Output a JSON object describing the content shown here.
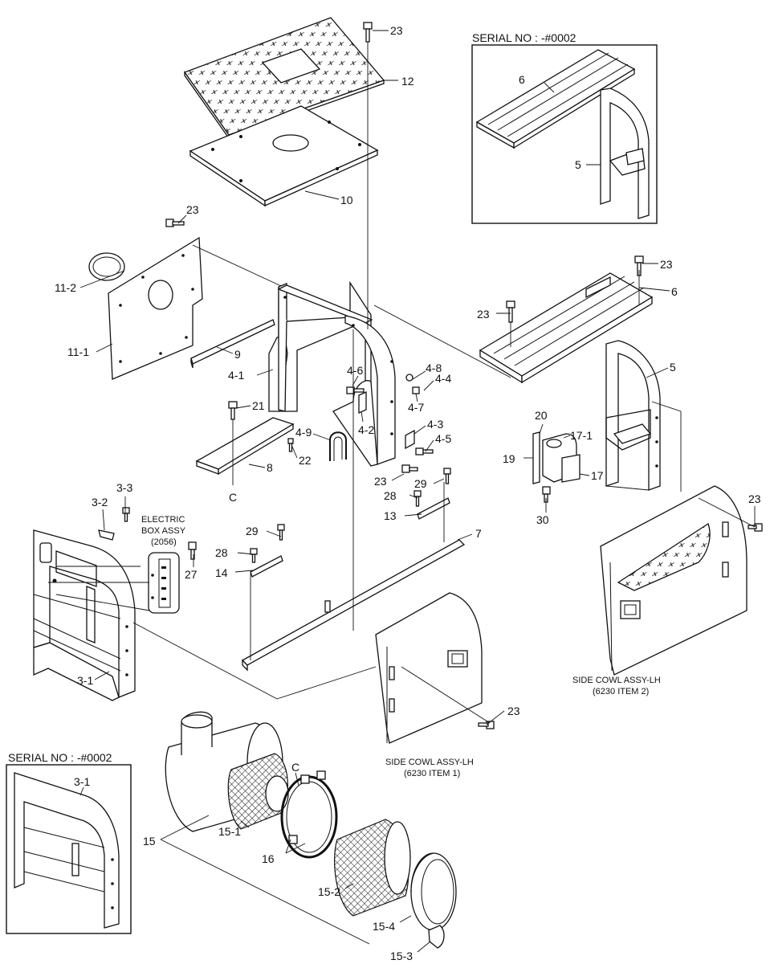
{
  "insets": {
    "top_right": {
      "title": "SERIAL NO : -#0002",
      "labels": [
        "6",
        "5"
      ]
    },
    "bottom_left": {
      "title": "SERIAL NO : -#0002",
      "labels": [
        "3-1"
      ]
    }
  },
  "notes": {
    "electric_box_1": "ELECTRIC",
    "electric_box_2": "BOX ASSY",
    "electric_box_3": "(2056)",
    "cowl_right_1": "SIDE COWL ASSY-LH",
    "cowl_right_2": "(6230 ITEM 2)",
    "cowl_center_1": "SIDE COWL ASSY-LH",
    "cowl_center_2": "(6230 ITEM 1)"
  },
  "callouts": {
    "p23a": "23",
    "p12": "12",
    "p10": "10",
    "p23b": "23",
    "p11_2": "11-2",
    "p11_1": "11-1",
    "p9": "9",
    "p4_1": "4-1",
    "p4_6": "4-6",
    "p4_8": "4-8",
    "p4_4": "4-4",
    "p4_7": "4-7",
    "p4_2": "4-2",
    "p4_3": "4-3",
    "p4_5": "4-5",
    "p21": "21",
    "p4_9": "4-9",
    "p22": "22",
    "p8": "8",
    "pC1": "C",
    "p23c": "23",
    "p29a": "29",
    "p28a": "28",
    "p13": "13",
    "p7": "7",
    "p3_3": "3-3",
    "p3_2": "3-2",
    "p27": "27",
    "p29b": "29",
    "p28b": "28",
    "p14": "14",
    "p3_1": "3-1",
    "p23d": "23",
    "p6": "6",
    "p23e": "23",
    "p5": "5",
    "p20": "20",
    "p17_1": "17-1",
    "p19": "19",
    "p17": "17",
    "p30": "30",
    "p23f": "23",
    "p23g": "23",
    "pC2": "C",
    "p15": "15",
    "p15_1": "15-1",
    "p16": "16",
    "p15_2": "15-2",
    "p15_4": "15-4",
    "p15_3": "15-3"
  }
}
